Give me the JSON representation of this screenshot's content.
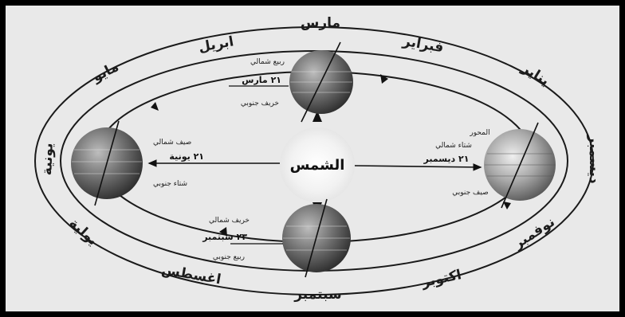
{
  "months": {
    "top": "مارس",
    "top_left": "ابريل",
    "top_right": "فبراير",
    "left_top": "مايو",
    "right_top": "يناير",
    "left": "يونية",
    "right": "ديسمبر",
    "left_bottom": "يولية",
    "right_bottom": "نوفمبر",
    "bottom_left": "اغسطس",
    "bottom_right": "اكتوبر",
    "bottom": "سبتمبر"
  },
  "sun": {
    "label": "الشمس"
  },
  "positions": {
    "march": {
      "date": "٢١ مارس",
      "season_north": "ربيع شمالي",
      "season_south": "خريف جنوبي"
    },
    "june": {
      "date": "٢١ يونية",
      "season_north": "صيف شمالي",
      "season_south": "شتاء جنوبي"
    },
    "september": {
      "date": "٢٣ سبتمبر",
      "season_north": "خريف شمالي",
      "season_south": "ربيع جنوبي"
    },
    "december": {
      "date": "٢١ ديسمبر",
      "axis_label": "المحور",
      "season_north": "شتاء شمالي",
      "season_south": "صيف جنوبي"
    }
  },
  "colors": {
    "background": "#e9e9e9",
    "frame": "#000000",
    "earth_light": "#c8c8c8",
    "earth_dark": "#3a3a3a",
    "sun_glow": "#f7f7f7"
  }
}
